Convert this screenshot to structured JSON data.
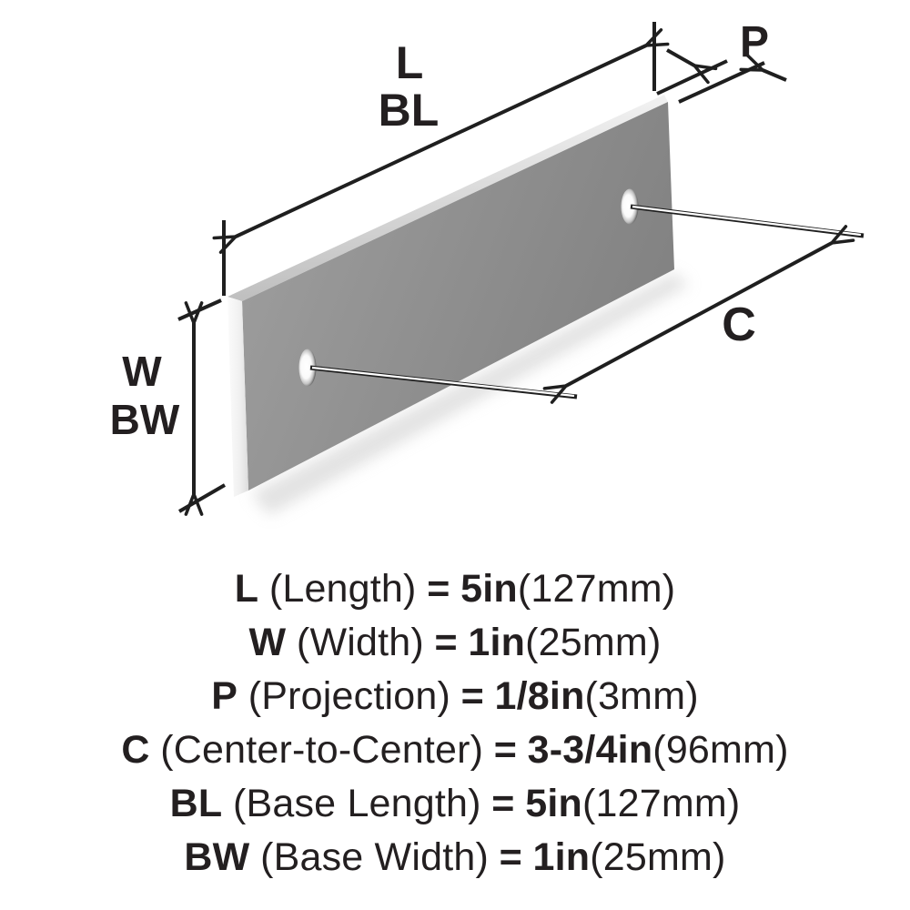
{
  "diagram": {
    "labels": {
      "length": "L",
      "base_length": "BL",
      "projection": "P",
      "center_to_center": "C",
      "width": "W",
      "base_width": "BW"
    },
    "colors": {
      "line_color": "#1f1f1f",
      "text_color": "#231f20",
      "plate_front_gray": "#8e8e8e",
      "plate_top_edge_gray": "#d2d2d2",
      "plate_cap_white": "#f5f5f5",
      "background": "#ffffff"
    }
  },
  "specs": [
    {
      "sym": "L",
      "desc": "(Length)",
      "eq": "=",
      "val": "5in",
      "metric": "(127mm)"
    },
    {
      "sym": "W",
      "desc": "(Width)",
      "eq": "=",
      "val": "1in",
      "metric": "(25mm)"
    },
    {
      "sym": "P",
      "desc": "(Projection)",
      "eq": "=",
      "val": "1/8in",
      "metric": "(3mm)"
    },
    {
      "sym": "C",
      "desc": "(Center-to-Center)",
      "eq": "=",
      "val": "3-3/4in",
      "metric": "(96mm)"
    },
    {
      "sym": "BL",
      "desc": "(Base Length)",
      "eq": "=",
      "val": "5in",
      "metric": "(127mm)"
    },
    {
      "sym": "BW",
      "desc": "(Base Width)",
      "eq": "=",
      "val": "1in",
      "metric": "(25mm)"
    }
  ]
}
